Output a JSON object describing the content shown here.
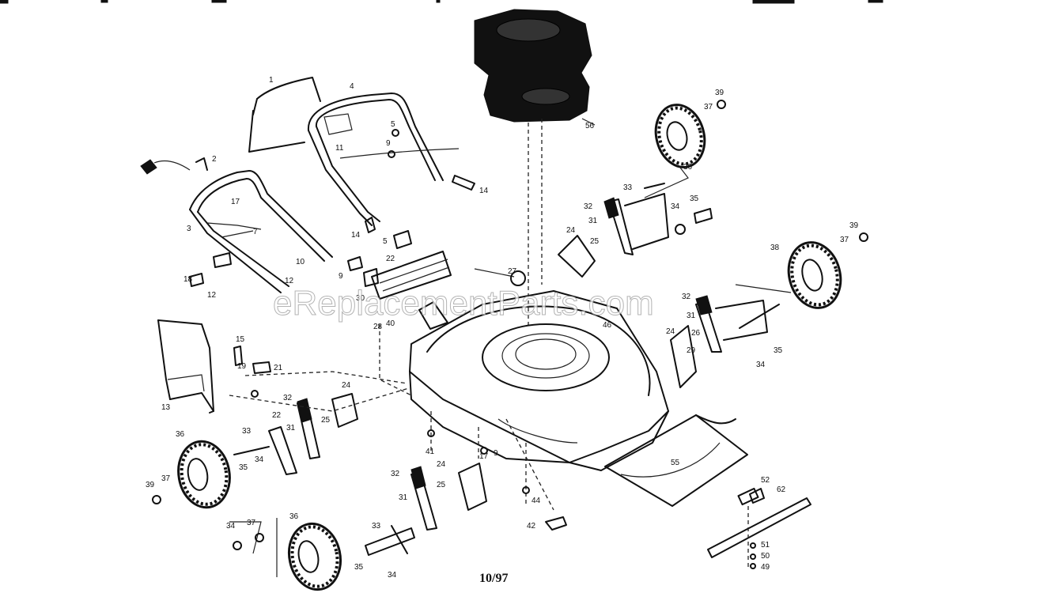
{
  "watermark": "eReplacementParts.com",
  "date_code": "10/97",
  "callouts": {
    "c1": "1",
    "c2": "2",
    "c3": "3",
    "c4": "4",
    "c5": "5",
    "c7": "7",
    "c9": "9",
    "c10": "10",
    "c11": "11",
    "c12": "12",
    "c13": "13",
    "c14": "14",
    "c15": "15",
    "c17": "17",
    "c18": "18",
    "c19": "19",
    "c21": "21",
    "c22": "22",
    "c24": "24",
    "c25": "25",
    "c26": "26",
    "c27": "27",
    "c28": "28",
    "c29": "29",
    "c30": "30",
    "c31": "31",
    "c32": "32",
    "c33": "33",
    "c34": "34",
    "c35": "35",
    "c36": "36",
    "c37": "37",
    "c38": "38",
    "c39": "39",
    "c40": "40",
    "c41": "41",
    "c42": "42",
    "c44": "44",
    "c46": "46",
    "c49": "49",
    "c50": "50",
    "c51": "51",
    "c52": "52",
    "c55": "55",
    "c56": "56",
    "c62": "62"
  }
}
